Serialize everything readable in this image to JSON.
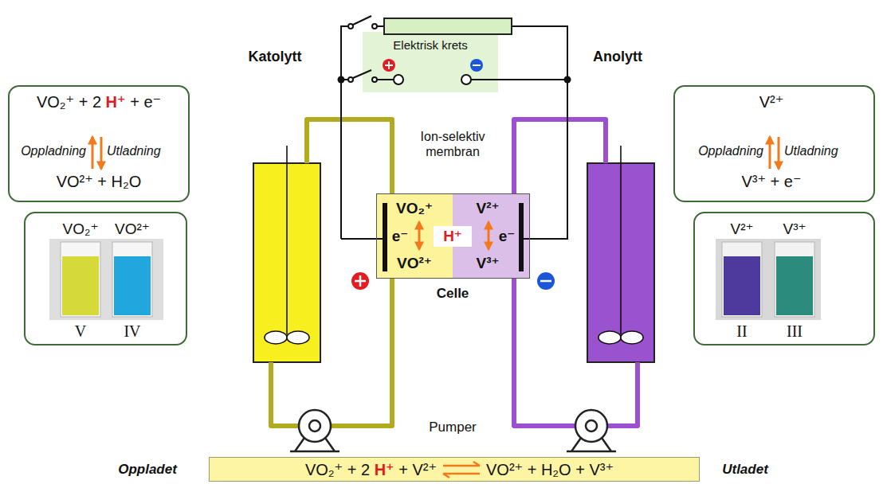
{
  "diagram": {
    "nodes": [
      {
        "text": [
          "VO₂⁺ + 2 H⁺ + e⁻",
          "Oppladning",
          "Utladning",
          "VO²⁺ + H₂O"
        ]
      },
      {
        "text": [
          "VO₂⁺",
          "VO²⁺",
          "V",
          "IV"
        ]
      },
      {
        "text": [
          "Celle"
        ]
      },
      {
        "text": [
          "VO₂⁺",
          "e⁻",
          "VO²⁺"
        ],
        "in": 2
      },
      {
        "text": [
          "H⁺"
        ],
        "in": 2
      },
      {
        "text": [
          "V²⁺",
          "e⁻",
          "V³⁺"
        ],
        "in": 2
      },
      {
        "text": [
          "V²⁺",
          "Oppladning",
          "Utladning",
          "V³⁺ + e⁻"
        ]
      },
      {
        "text": [
          "V²⁺",
          "V³⁺",
          "II",
          "III"
        ]
      },
      {
        "text": [
          "VO₂⁺ + 2 H⁺ + V²⁺",
          "VO²⁺ + H₂O + V³⁺"
        ]
      }
    ],
    "labels": [
      "Katolytt",
      "Anolytt",
      "Elektrisk krets",
      "Ion-selektiv membran",
      "Pumper",
      "Oppladet",
      "Utladet"
    ]
  }
}
